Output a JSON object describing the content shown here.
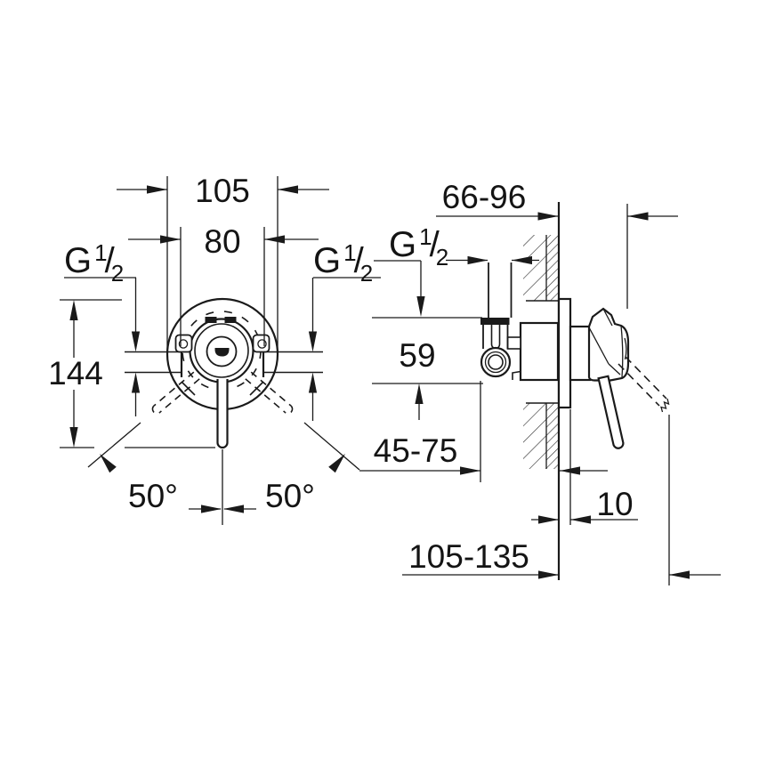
{
  "colors": {
    "line": "#1a1a1a",
    "background": "#ffffff"
  },
  "front_view": {
    "escutcheon_diameter": "105",
    "port_spacing": "80",
    "total_height": "144",
    "swing_angle_left": "50°",
    "swing_angle_right": "50°"
  },
  "side_view": {
    "wall_to_handle_depth": "66-96",
    "outlet_drop": "59",
    "rough_in_depth": "45-75",
    "plate_thickness": "10",
    "wall_to_lever_projection": "105-135"
  },
  "thread_label": {
    "prefix": "G",
    "numerator": "1",
    "slash": "/",
    "denominator": "2"
  }
}
